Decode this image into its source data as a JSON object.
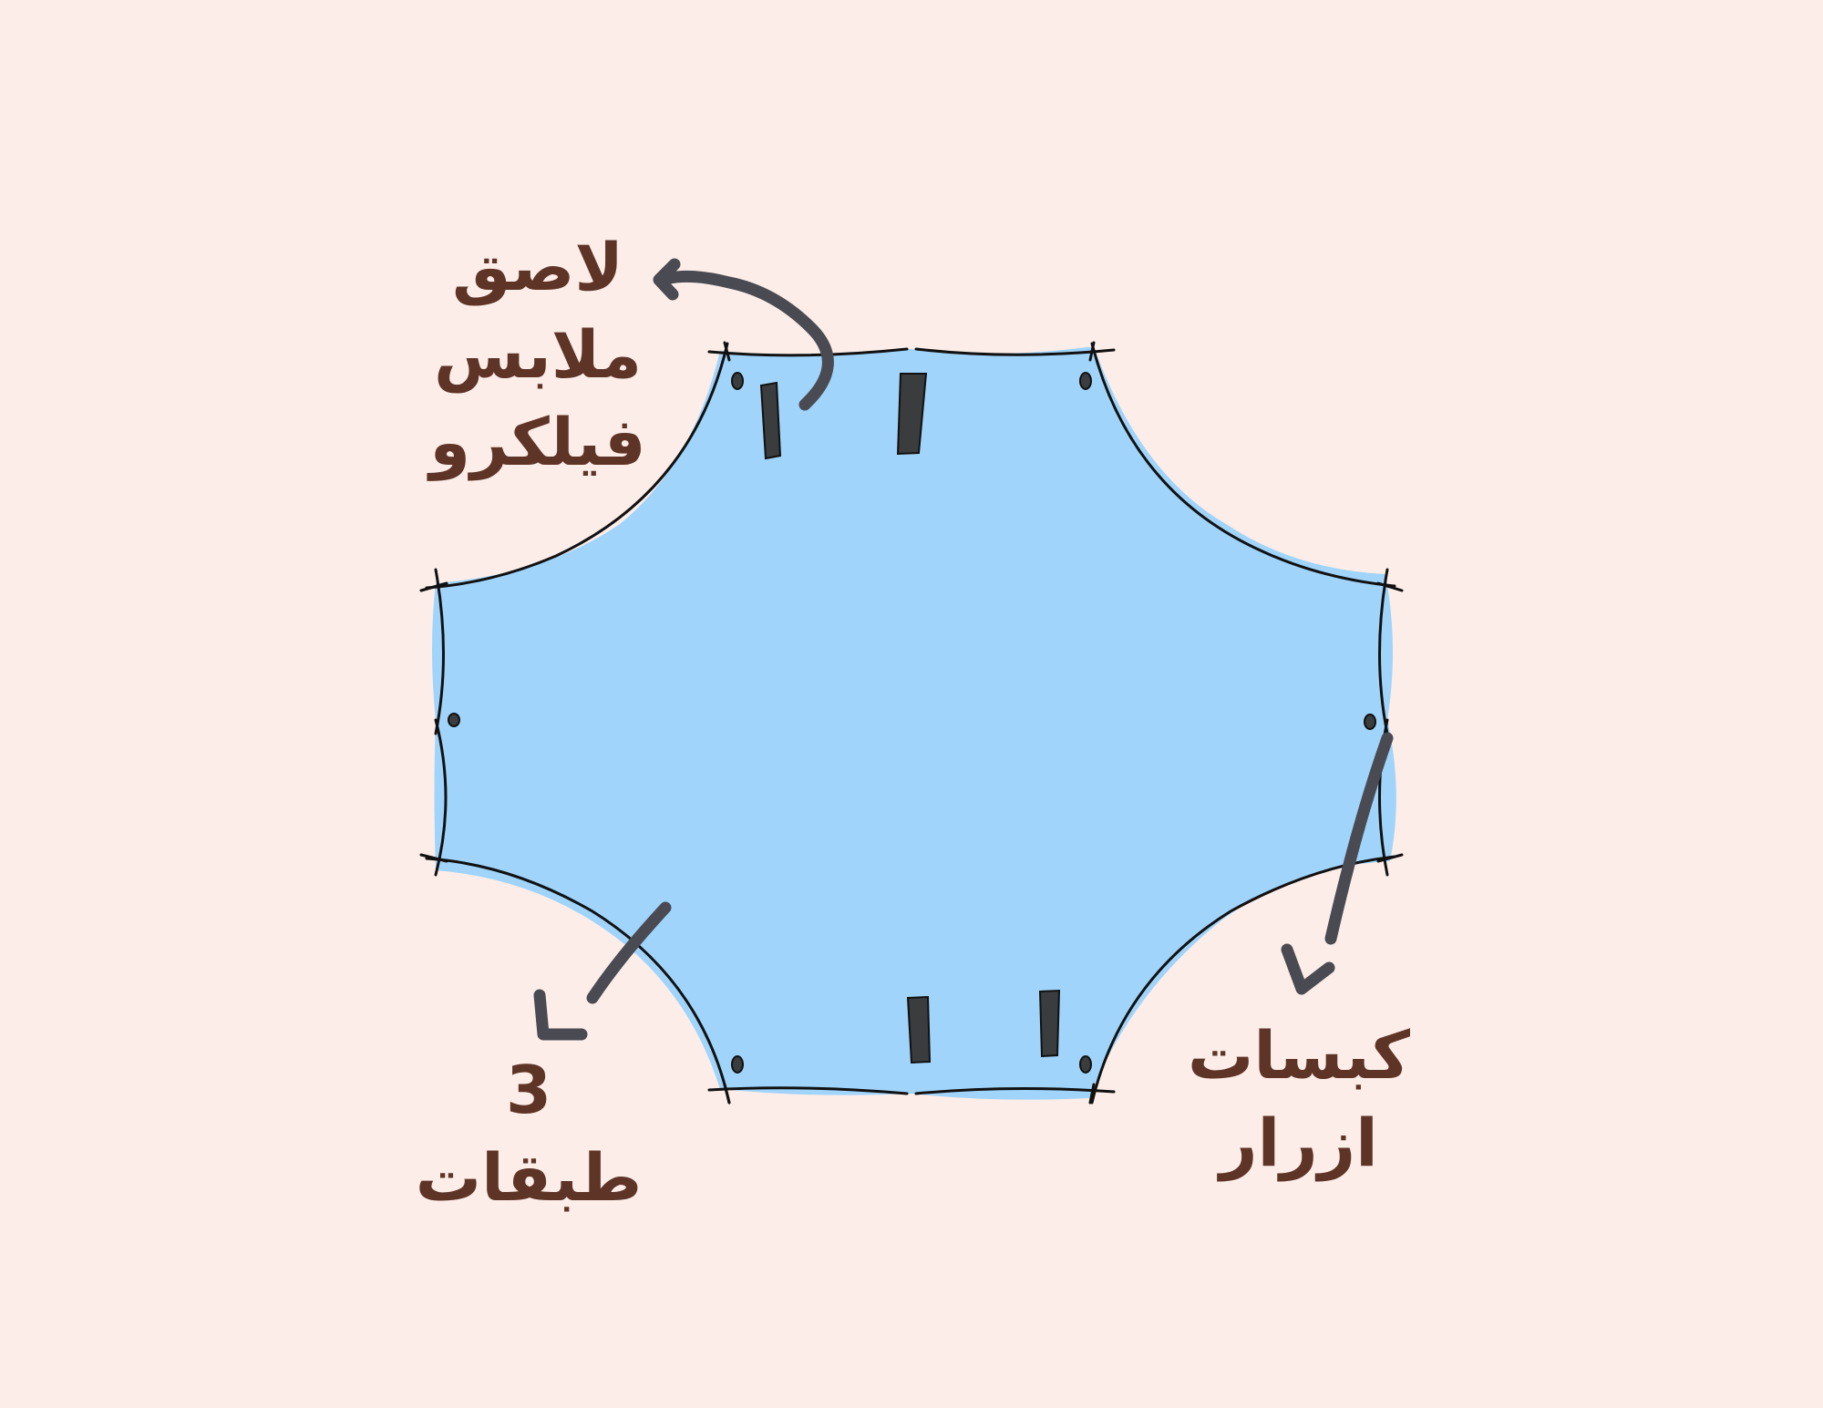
{
  "labels": {
    "velcro": {
      "line1": "لاصق",
      "line2": "ملابس",
      "line3": "فيلكرو"
    },
    "layers": {
      "line1": "3",
      "line2": "طبقات"
    },
    "snaps": {
      "line1": "كبسات",
      "line2": "ازرار"
    }
  },
  "colors": {
    "background": "#fcede8",
    "fabric": "#a0d4fb",
    "outline": "#111111",
    "velcro_strip": "#3b3c3d",
    "arrow": "#4a4a52",
    "text": "#5e3427"
  }
}
